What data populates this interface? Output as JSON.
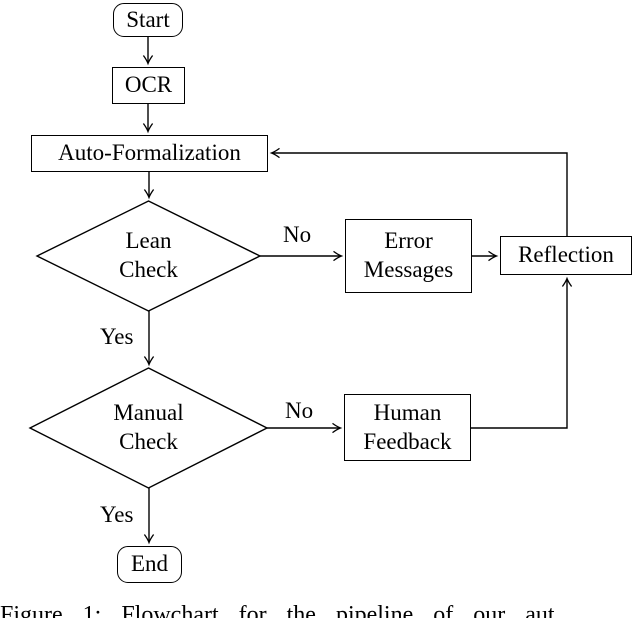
{
  "colors": {
    "ink": "#000000",
    "background": "#ffffff"
  },
  "flowchart": {
    "nodes": {
      "start": {
        "label": "Start",
        "shape": "rounded-rectangle"
      },
      "ocr": {
        "label": "OCR",
        "shape": "rectangle"
      },
      "auto_formalization": {
        "label": "Auto-Formalization",
        "shape": "rectangle"
      },
      "lean_check": {
        "label": "Lean\nCheck",
        "shape": "diamond"
      },
      "error_messages": {
        "label": "Error\nMessages",
        "shape": "rectangle"
      },
      "reflection": {
        "label": "Reflection",
        "shape": "rectangle"
      },
      "manual_check": {
        "label": "Manual\nCheck",
        "shape": "diamond"
      },
      "human_feedback": {
        "label": "Human\nFeedback",
        "shape": "rectangle"
      },
      "end": {
        "label": "End",
        "shape": "rounded-rectangle"
      }
    },
    "edge_labels": {
      "lean_check_no": "No",
      "lean_check_yes": "Yes",
      "manual_check_no": "No",
      "manual_check_yes": "Yes"
    }
  },
  "caption": {
    "text": "Figure 1: Flowchart for the pipeline of our aut"
  }
}
